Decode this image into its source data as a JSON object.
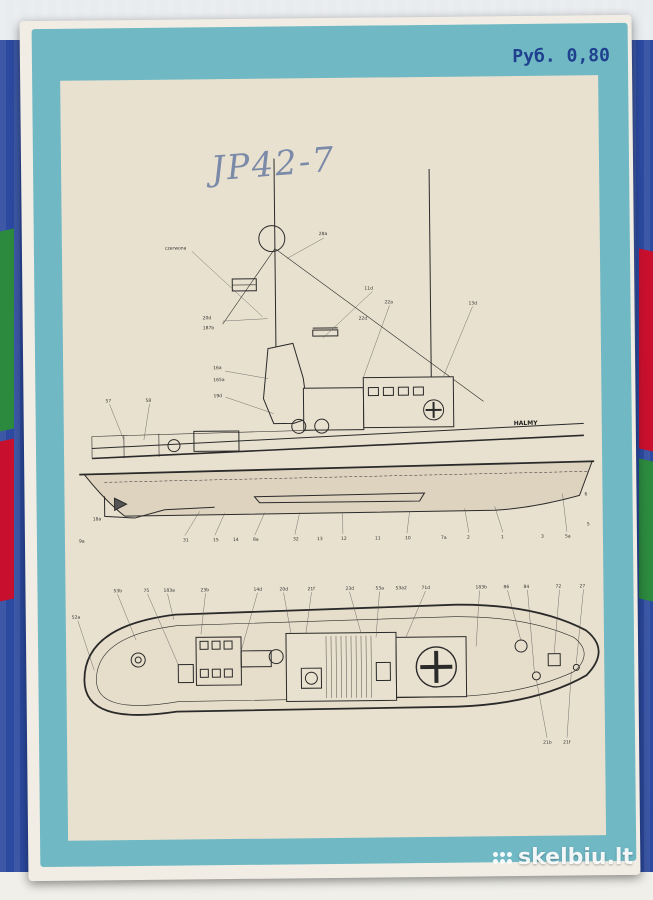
{
  "cover": {
    "price": "Руб. 0,80",
    "handwriting": "ЈР42-7"
  },
  "plan": {
    "ship_name": "HALMY",
    "side_labels": {
      "signal_mast": "czerwona",
      "l_28a": "28a",
      "l_20d": "20d",
      "l_187b": "187b",
      "l_11d": "11d",
      "l_22a": "22a",
      "l_22d": "22d",
      "l_13d": "13d",
      "l_16a": "16a",
      "l_165a": "165a",
      "l_19d": "19d",
      "l_57": "57",
      "l_58": "58",
      "l_6": "6"
    },
    "keel_labels": [
      "9a",
      "18a",
      "31",
      "15",
      "14",
      "8a",
      "32",
      "13",
      "12",
      "11",
      "10",
      "7a",
      "2",
      "1",
      "5",
      "3",
      "5a"
    ],
    "top_labels": {
      "l_52a": "52a",
      "l_53b": "53b",
      "l_75": "75",
      "l_183a": "183a",
      "l_23b": "23b",
      "l_14d": "14d",
      "l_20d": "20d",
      "l_21f": "21f",
      "l_23d": "23d",
      "l_53a": "53a",
      "l_53a2": "53a2",
      "l_71d": "71d",
      "l_183b": "183b",
      "l_86": "86",
      "l_84": "84",
      "l_72": "72",
      "l_27": "27",
      "l_21b": "21b",
      "l_21f2": "21f"
    }
  },
  "watermark": {
    "text": "skelbiu.lt"
  }
}
